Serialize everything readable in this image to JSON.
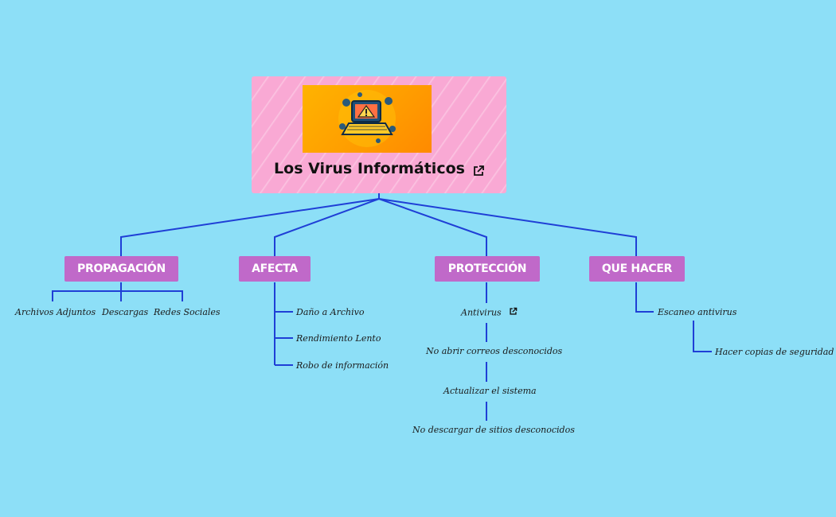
{
  "root": {
    "title": "Los Virus Informáticos",
    "image_icon": "computer-virus-warning-illustration",
    "link_icon": "external-link-icon",
    "color": "#f9a9d4"
  },
  "branches": [
    {
      "label": "PROPAGACIÓN",
      "children": [
        "Archivos Adjuntos",
        "Descargas",
        "Redes Sociales"
      ]
    },
    {
      "label": "AFECTA",
      "children": [
        "Daño a Archivo",
        "Rendimiento Lento",
        "Robo de información"
      ]
    },
    {
      "label": "PROTECCIÓN",
      "children": [
        "Antivirus",
        "No abrir correos desconocidos",
        "Actualizar el sistema",
        "No descargar de sitios desconocidos"
      ]
    },
    {
      "label": "QUE HACER",
      "children": [
        "Escaneo antivirus",
        "Hacer copias de seguridad"
      ]
    }
  ],
  "colors": {
    "background": "#8ddff7",
    "category": "#c069c9",
    "connector": "#1f3fd6"
  }
}
